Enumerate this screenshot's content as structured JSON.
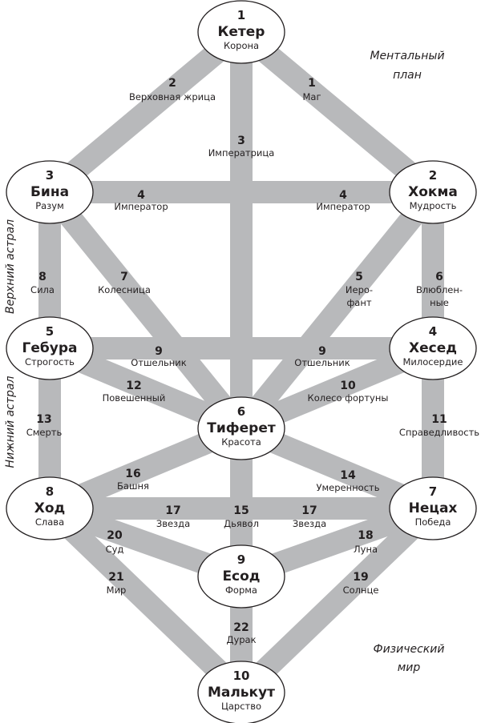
{
  "colors": {
    "path": "#b8b9bb",
    "outline": "#231f20"
  },
  "sephiroth": [
    {
      "num": "1",
      "name": "Кетер",
      "meaning": "Корона"
    },
    {
      "num": "2",
      "name": "Хокма",
      "meaning": "Мудрость"
    },
    {
      "num": "3",
      "name": "Бина",
      "meaning": "Разум"
    },
    {
      "num": "4",
      "name": "Хесед",
      "meaning": "Милосердие"
    },
    {
      "num": "5",
      "name": "Гебура",
      "meaning": "Строгость"
    },
    {
      "num": "6",
      "name": "Тиферет",
      "meaning": "Красота"
    },
    {
      "num": "7",
      "name": "Нецах",
      "meaning": "Победа"
    },
    {
      "num": "8",
      "name": "Ход",
      "meaning": "Слава"
    },
    {
      "num": "9",
      "name": "Есод",
      "meaning": "Форма"
    },
    {
      "num": "10",
      "name": "Малькут",
      "meaning": "Царство"
    }
  ],
  "paths": {
    "p2": {
      "num": "2",
      "label": "Верховная жрица"
    },
    "p1": {
      "num": "1",
      "label": "Маг"
    },
    "p3": {
      "num": "3",
      "label": "Императрица"
    },
    "p4l": {
      "num": "4",
      "label": "Император"
    },
    "p4r": {
      "num": "4",
      "label": "Император"
    },
    "p8": {
      "num": "8",
      "label": "Сила"
    },
    "p7": {
      "num": "7",
      "label": "Колесница"
    },
    "p5": {
      "num": "5",
      "label1": "Иеро-",
      "label2": "фант"
    },
    "p6": {
      "num": "6",
      "label1": "Влюблен-",
      "label2": "ные"
    },
    "p9l": {
      "num": "9",
      "label": "Отшельник"
    },
    "p9r": {
      "num": "9",
      "label": "Отшельник"
    },
    "p12": {
      "num": "12",
      "label": "Повешенный"
    },
    "p10": {
      "num": "10",
      "label": "Колесо фортуны"
    },
    "p13": {
      "num": "13",
      "label": "Смерть"
    },
    "p11": {
      "num": "11",
      "label": "Справедливость"
    },
    "p16": {
      "num": "16",
      "label": "Башня"
    },
    "p14": {
      "num": "14",
      "label": "Умеренность"
    },
    "p17l": {
      "num": "17",
      "label": "Звезда"
    },
    "p15": {
      "num": "15",
      "label": "Дьявол"
    },
    "p17r": {
      "num": "17",
      "label": "Звезда"
    },
    "p20": {
      "num": "20",
      "label": "Суд"
    },
    "p18": {
      "num": "18",
      "label": "Луна"
    },
    "p21": {
      "num": "21",
      "label": "Мир"
    },
    "p19": {
      "num": "19",
      "label": "Солнце"
    },
    "p22": {
      "num": "22",
      "label": "Дурак"
    }
  },
  "planes": {
    "mental": {
      "line1": "Ментальный",
      "line2": "план"
    },
    "physical": {
      "line1": "Физический",
      "line2": "мир"
    },
    "upper_astral": "Верхний астрал",
    "lower_astral": "Нижний астрал"
  }
}
